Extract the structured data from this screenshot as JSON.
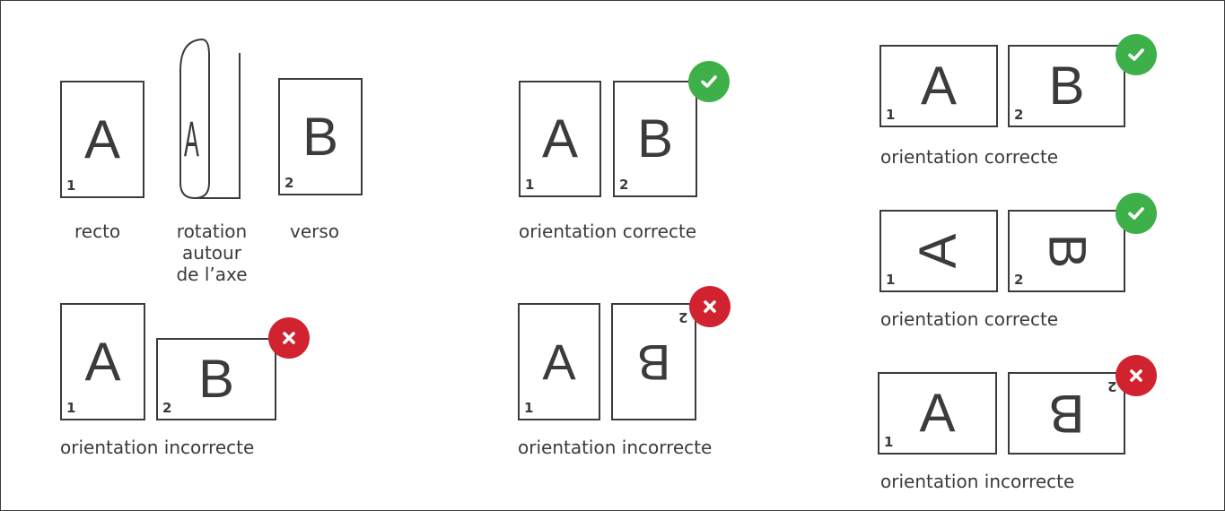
{
  "panels": {
    "intro": {
      "recto": {
        "letter": "A",
        "number": "1",
        "label": "recto"
      },
      "rotation": {
        "letter": "A",
        "label_lines": [
          "rotation",
          "autour",
          "de l’axe"
        ]
      },
      "verso": {
        "letter": "B",
        "number": "2",
        "label": "verso"
      }
    },
    "portrait_correct": {
      "page1": {
        "letter": "A",
        "number": "1"
      },
      "page2": {
        "letter": "B",
        "number": "2"
      },
      "label": "orientation correcte",
      "status": "correct"
    },
    "portrait_incorrect": {
      "page1": {
        "letter": "A",
        "number": "1"
      },
      "page2": {
        "letter": "B",
        "number": "2"
      },
      "label": "orientation incorrecte",
      "status": "incorrect"
    },
    "mixed_incorrect": {
      "page1": {
        "letter": "A",
        "number": "1"
      },
      "page2": {
        "letter": "B",
        "number": "2"
      },
      "label": "orientation incorrecte",
      "status": "incorrect"
    },
    "landscape_correct_1": {
      "page1": {
        "letter": "A",
        "number": "1"
      },
      "page2": {
        "letter": "B",
        "number": "2"
      },
      "label": "orientation correcte",
      "status": "correct"
    },
    "landscape_correct_2": {
      "page1": {
        "letter": "A",
        "number": "1"
      },
      "page2": {
        "letter": "B",
        "number": "2"
      },
      "label": "orientation correcte",
      "status": "correct"
    },
    "landscape_incorrect": {
      "page1": {
        "letter": "A",
        "number": "1"
      },
      "page2": {
        "letter": "B",
        "number": "2"
      },
      "label": "orientation incorrecte",
      "status": "incorrect"
    }
  },
  "icons": {
    "correct": "check-circle-icon",
    "incorrect": "cross-circle-icon"
  },
  "colors": {
    "correct": "#3eb049",
    "incorrect": "#d0232f",
    "ink": "#3b3b3b"
  }
}
